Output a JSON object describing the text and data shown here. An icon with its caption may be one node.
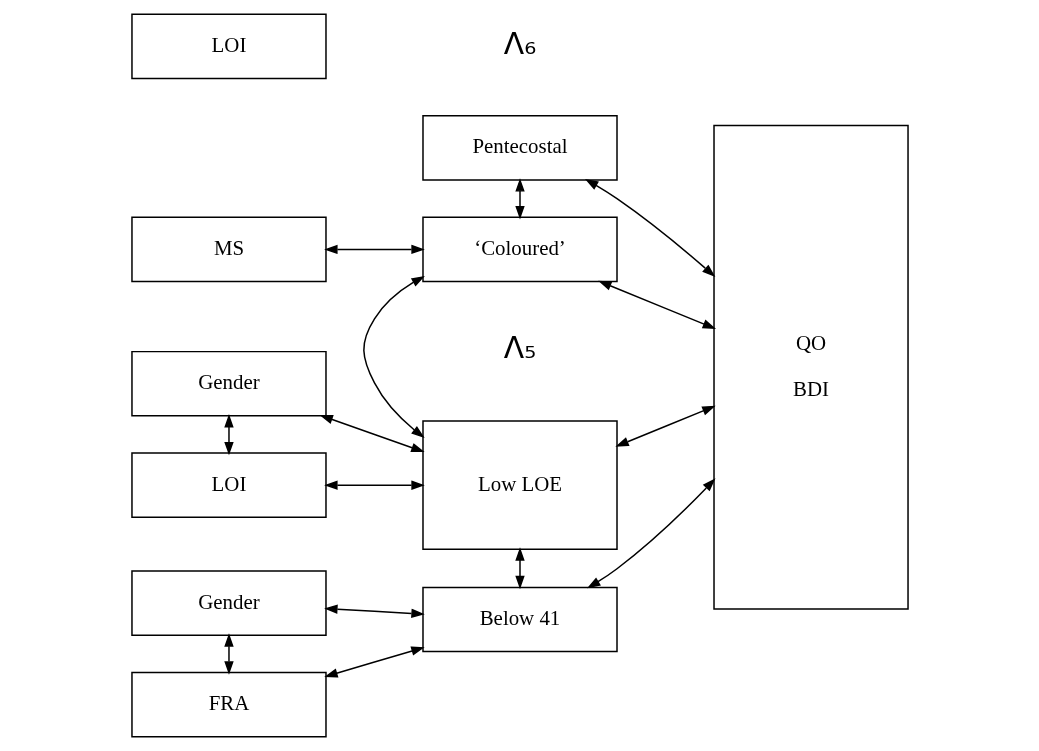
{
  "diagram": {
    "nodes": [
      {
        "text": [
          "Pentecostal"
        ]
      },
      {
        "text": [
          "MS"
        ]
      },
      {
        "text": [
          "‘Coloured’"
        ]
      },
      {
        "text": [
          "Gender"
        ]
      },
      {
        "text": [
          "LOI"
        ]
      },
      {
        "text": [
          "Low LOE"
        ]
      },
      {
        "text": [
          "QO",
          "BDI"
        ]
      },
      {
        "text": [
          "Gender"
        ]
      },
      {
        "text": [
          "LOI"
        ]
      },
      {
        "text": [
          "FRA"
        ]
      },
      {
        "text": [
          "Below 41"
        ]
      }
    ],
    "edges": [
      {
        "from": 0,
        "to": 6,
        "arrow": "both"
      },
      {
        "from": 0,
        "to": 2,
        "arrow": "both"
      },
      {
        "from": 1,
        "to": 2,
        "arrow": "both"
      },
      {
        "from": 2,
        "to": 6,
        "arrow": "both"
      },
      {
        "from": 2,
        "to": 5,
        "arrow": "both"
      },
      {
        "from": 3,
        "to": 5,
        "arrow": "both"
      },
      {
        "from": 3,
        "to": 4,
        "arrow": "both"
      },
      {
        "from": 4,
        "to": 5,
        "arrow": "both"
      },
      {
        "from": 5,
        "to": 6,
        "arrow": "both"
      },
      {
        "from": 5,
        "to": 10,
        "arrow": "both"
      },
      {
        "from": 7,
        "to": 10,
        "arrow": "both"
      },
      {
        "from": 7,
        "to": 9,
        "arrow": "both"
      },
      {
        "from": 9,
        "to": 10,
        "arrow": "both"
      },
      {
        "from": 10,
        "to": 6,
        "arrow": "both"
      }
    ],
    "labels": [
      "Λ₅",
      "Λ₆"
    ]
  }
}
